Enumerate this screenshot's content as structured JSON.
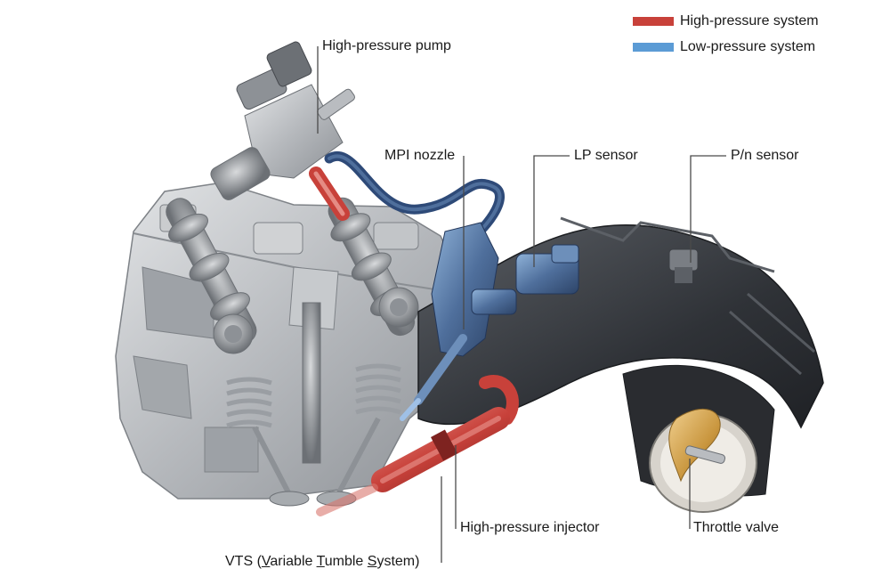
{
  "legend": {
    "items": [
      {
        "label": "High-pressure system",
        "color": "#c8413a"
      },
      {
        "label": "Low-pressure system",
        "color": "#5b9bd5"
      }
    ]
  },
  "labels": {
    "high_pressure_pump": "High-pressure pump",
    "mpi_nozzle": "MPI nozzle",
    "lp_sensor": "LP sensor",
    "pn_sensor": "P/n sensor",
    "high_pressure_injector": "High-pressure injector",
    "throttle_valve": "Throttle valve",
    "vts": {
      "prefix": "VTS (",
      "v": "V",
      "v_rest": "ariable ",
      "t": "T",
      "t_rest": "umble ",
      "s": "S",
      "s_rest": "ystem)"
    }
  },
  "colors": {
    "high_pressure": "#c8413a",
    "low_pressure": "#5b9bd5",
    "low_pressure_line": "#2e4a78",
    "aluminium": "#b9bcc0",
    "intake_dark": "#3a3d42",
    "throttle_plate": "#c9963e"
  }
}
